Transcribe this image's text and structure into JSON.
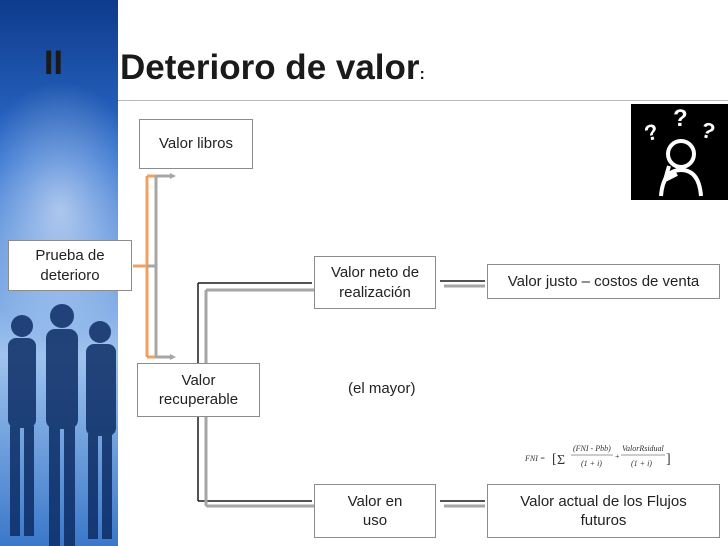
{
  "slide": {
    "number": "II",
    "title": "Deterioro de valor",
    "title_suffix": ":"
  },
  "nodes": {
    "valor_libros": "Valor libros",
    "prueba": "Prueba de deterioro",
    "valor_recuperable": "Valor recuperable",
    "valor_neto": "Valor neto de realización",
    "valor_justo": "Valor justo – costos de venta",
    "el_mayor": "(el mayor)",
    "valor_uso": "Valor en uso",
    "valor_actual": "Valor actual de los Flujos futuros"
  },
  "formula": {
    "lhs": "FNI =",
    "term1_num": "(FNI - Pbb)",
    "term1_den": "(1 + i)",
    "term2_num": "ValorRsidual",
    "term2_den": "(1 + i)"
  },
  "icons": {
    "thinking": "thinking-person-icon"
  },
  "colors": {
    "orange": "#f0a060",
    "gray": "#a6a6a6",
    "dark": "#1a1a1a"
  }
}
